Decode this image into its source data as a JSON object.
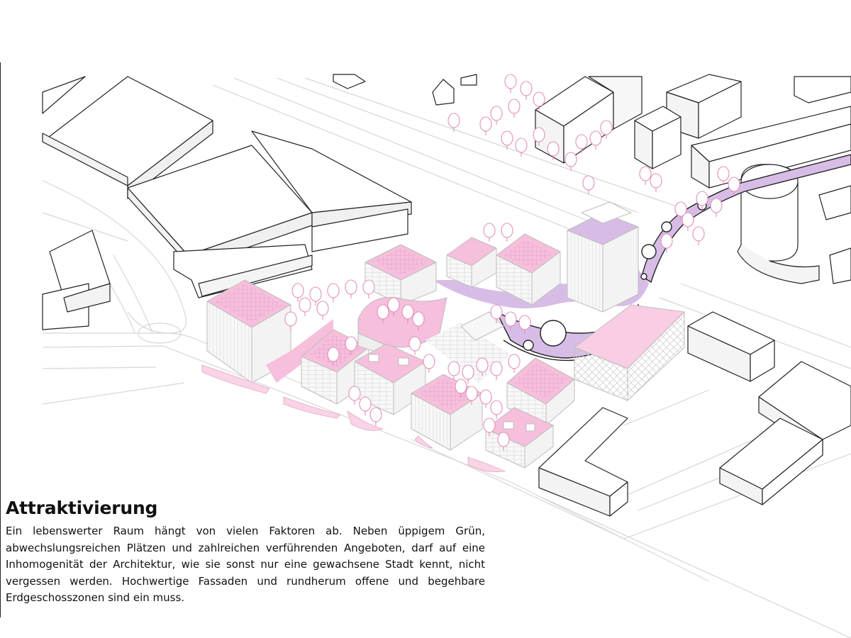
{
  "section": {
    "title": "Attraktivierung",
    "body": "Ein lebenswerter Raum hängt von vielen Faktoren ab. Neben üppigem Grün, abwechslungsreichen Plätzen und zahlreichen verführenden Angeboten, darf auf eine Inhomogenität der Architektur, wie sie sonst nur eine gewachsene Stadt kennt, nicht vergessen werden. Hochwertige Fassaden und rundherum offene und begehbare Erdgeschosszonen sind ein muss."
  },
  "colors": {
    "accent_pink": "#f2a7cc",
    "accent_pink_light": "#f9d3e6",
    "accent_violet": "#c9a8dc",
    "building_white": "#ffffff",
    "building_grey": "#eeeeee",
    "line": "#222222",
    "street_line": "#d6d6d6"
  },
  "diagram": {
    "type": "axonometric urban design diagram",
    "icons": [
      "tree-icon"
    ]
  }
}
